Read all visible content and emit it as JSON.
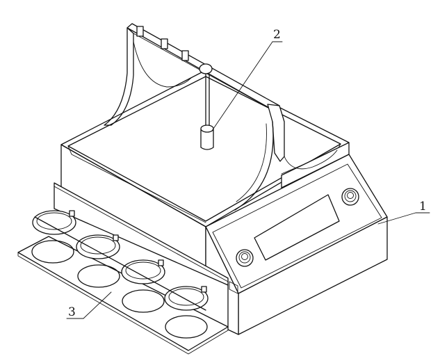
{
  "callouts": [
    {
      "id": "1",
      "text": "1"
    },
    {
      "id": "2",
      "text": "2"
    },
    {
      "id": "3",
      "text": "3"
    }
  ],
  "colors": {
    "line": "#111111",
    "background": "#ffffff"
  }
}
